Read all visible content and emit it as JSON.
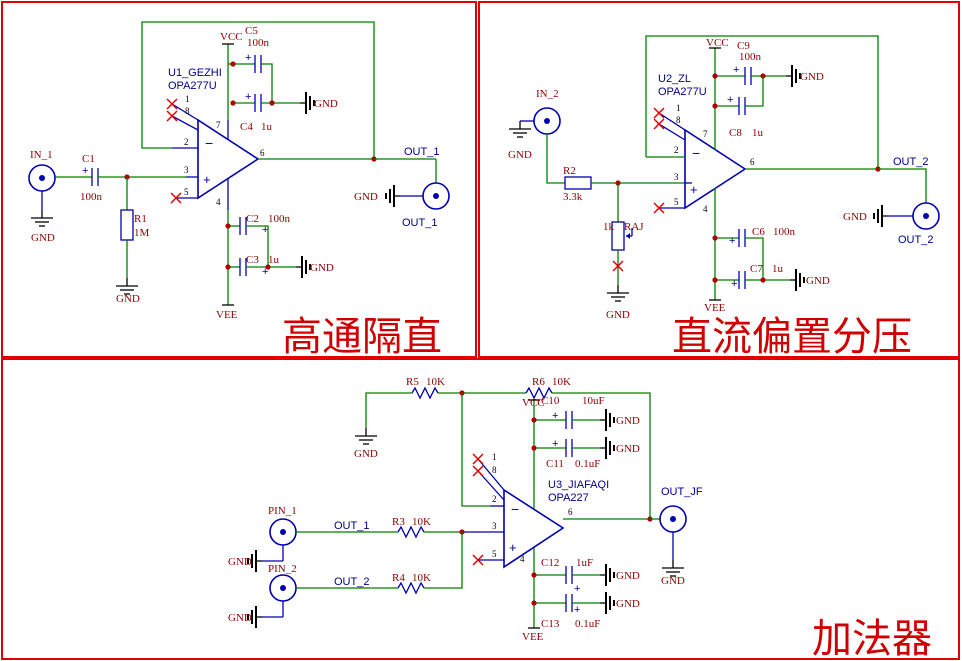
{
  "sections": [
    {
      "title": "高通隔直"
    },
    {
      "title": "直流偏置分压"
    },
    {
      "title": "加法器"
    }
  ],
  "hp": {
    "in": "IN_1",
    "c1": "C1",
    "c1v": "100n",
    "r1": "R1",
    "r1v": "1M",
    "gnd": "GND",
    "u": "U1_GEZHI",
    "part": "OPA277U",
    "vcc": "VCC",
    "vee": "VEE",
    "c5": "C5",
    "c5v": "100n",
    "c4": "C4",
    "c4v": "1u",
    "c2": "C2",
    "c2v": "100n",
    "c3": "C3",
    "c3v": "1u",
    "out": "OUT_1"
  },
  "dc": {
    "in": "IN_2",
    "r2": "R2",
    "r2v": "3.3k",
    "rp": "1k",
    "raj": "RAJ",
    "gnd": "GND",
    "u": "U2_ZL",
    "part": "OPA277U",
    "vcc": "VCC",
    "vee": "VEE",
    "c9": "C9",
    "c9v": "100n",
    "c8": "C8",
    "c8v": "1u",
    "c6": "C6",
    "c6v": "100n",
    "c7": "C7",
    "c7v": "1u",
    "out": "OUT_2"
  },
  "add": {
    "r5": "R5",
    "r5v": "10K",
    "r6": "R6",
    "r6v": "10K",
    "r3": "R3",
    "r3v": "10K",
    "r4": "R4",
    "r4v": "10K",
    "pin1": "PIN_1",
    "pin2": "PIN_2",
    "net1": "OUT_1",
    "net2": "OUT_2",
    "u": "U3_JIAFAQI",
    "part": "OPA227",
    "vcc": "VCC",
    "vee": "VEE",
    "c10": "C10",
    "c10v": "10uF",
    "c11": "C11",
    "c11v": "0.1uF",
    "c12": "C12",
    "c12v": "1uF",
    "c13": "C13",
    "c13v": "0.1uF",
    "out": "OUT_JF",
    "gnd": "GND"
  },
  "pins": {
    "p1": "1",
    "p2": "2",
    "p3": "3",
    "p4": "4",
    "p5": "5",
    "p6": "6",
    "p7": "7",
    "p8": "8",
    "minus": "−",
    "plus": "+"
  }
}
